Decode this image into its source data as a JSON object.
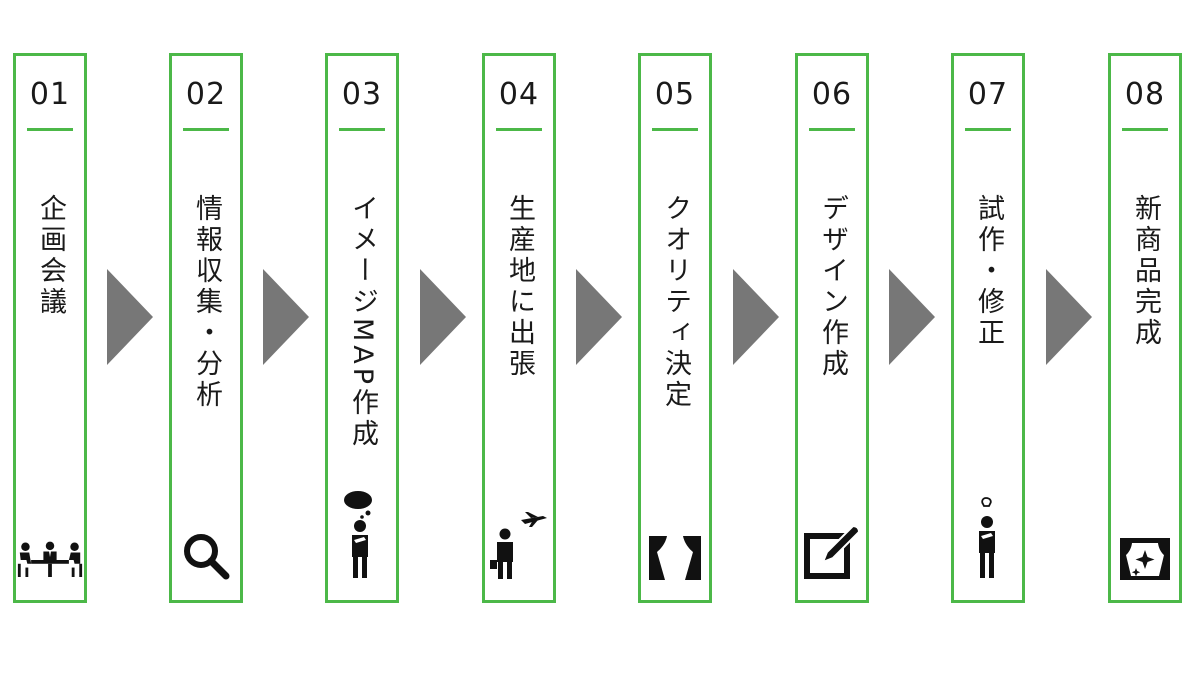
{
  "colors": {
    "accent": "#4cb848",
    "arrow": "#777777",
    "ink": "#1a1a1a"
  },
  "steps": [
    {
      "number": "01",
      "label": "企画会議",
      "icon": "meeting-icon"
    },
    {
      "number": "02",
      "label": "情報収集・分析",
      "icon": "magnifier-icon"
    },
    {
      "number": "03",
      "label": "イメージMAP作成",
      "icon": "thinking-person-icon"
    },
    {
      "number": "04",
      "label": "生産地に出張",
      "icon": "traveler-airplane-icon"
    },
    {
      "number": "05",
      "label": "クオリティ決定",
      "icon": "curtain-icon"
    },
    {
      "number": "06",
      "label": "デザイン作成",
      "icon": "pen-drawing-icon"
    },
    {
      "number": "07",
      "label": "試作・修正",
      "icon": "idea-person-icon"
    },
    {
      "number": "08",
      "label": "新商品完成",
      "icon": "stage-sparkle-icon"
    }
  ]
}
